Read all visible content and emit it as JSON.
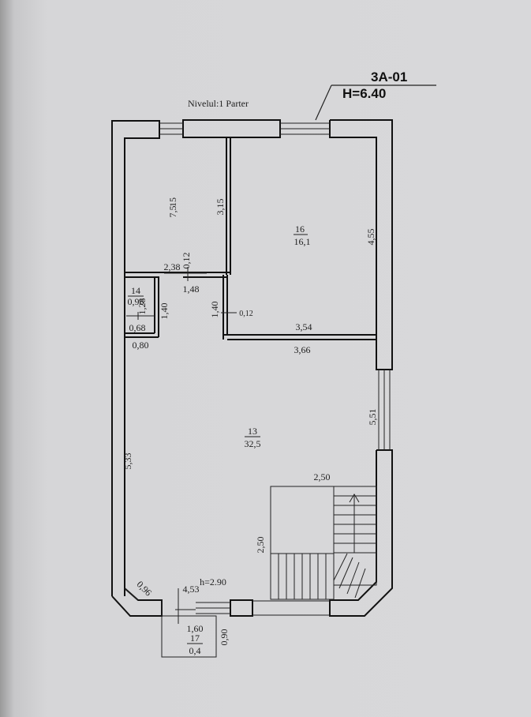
{
  "header": {
    "code": "3A-01",
    "height": "H=6.40",
    "level": "Nivelul:1 Parter"
  },
  "rooms": {
    "r13": {
      "num": "13",
      "area": "32,5"
    },
    "r14": {
      "num": "14",
      "area": "0,98"
    },
    "r15": {
      "num": "15",
      "area": "7,5"
    },
    "r16": {
      "num": "16",
      "area": "16,1"
    },
    "r17": {
      "num": "17",
      "area": "0,4"
    }
  },
  "dimensions": {
    "d315": "3,15",
    "d455": "4,55",
    "d238": "2,38",
    "d012a": "0,12",
    "d148": "1,48",
    "d128": "1,28",
    "d140a": "1,40",
    "d140b": "1,40",
    "d012b": "0,12",
    "d354": "3,54",
    "d366": "3,66",
    "d068": "0,68",
    "d080": "0,80",
    "d551": "5,51",
    "d533": "5,33",
    "d250a": "2,50",
    "d250b": "2,50",
    "d096": "0,96",
    "d453": "4,53",
    "dh290": "h=2.90",
    "d160": "1,60",
    "d090": "0,90"
  }
}
